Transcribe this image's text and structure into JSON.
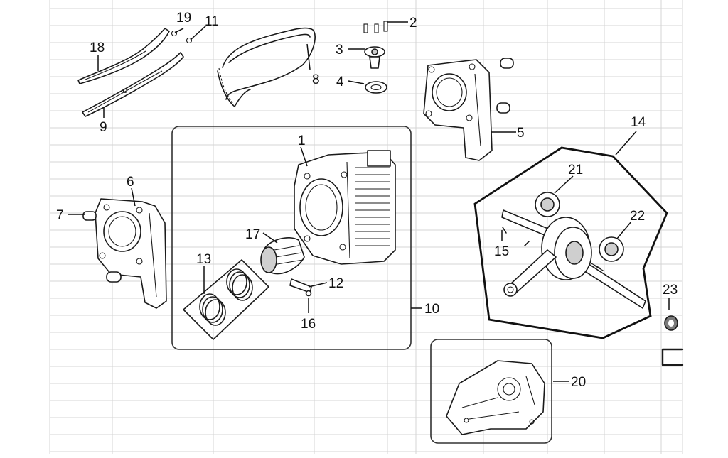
{
  "diagram": {
    "callouts": [
      {
        "id": "c1",
        "text": "1"
      },
      {
        "id": "c2",
        "text": "2"
      },
      {
        "id": "c3",
        "text": "3"
      },
      {
        "id": "c4",
        "text": "4"
      },
      {
        "id": "c5",
        "text": "5"
      },
      {
        "id": "c6",
        "text": "6"
      },
      {
        "id": "c7",
        "text": "7"
      },
      {
        "id": "c8",
        "text": "8"
      },
      {
        "id": "c9",
        "text": "9"
      },
      {
        "id": "c10",
        "text": "10"
      },
      {
        "id": "c11",
        "text": "11"
      },
      {
        "id": "c12",
        "text": "12"
      },
      {
        "id": "c13",
        "text": "13"
      },
      {
        "id": "c14",
        "text": "14"
      },
      {
        "id": "c15",
        "text": "15"
      },
      {
        "id": "c16",
        "text": "16"
      },
      {
        "id": "c17",
        "text": "17"
      },
      {
        "id": "c18",
        "text": "18"
      },
      {
        "id": "c19",
        "text": "19"
      },
      {
        "id": "c20",
        "text": "20"
      },
      {
        "id": "c21",
        "text": "21"
      },
      {
        "id": "c22",
        "text": "22"
      },
      {
        "id": "c23",
        "text": "23"
      }
    ]
  }
}
